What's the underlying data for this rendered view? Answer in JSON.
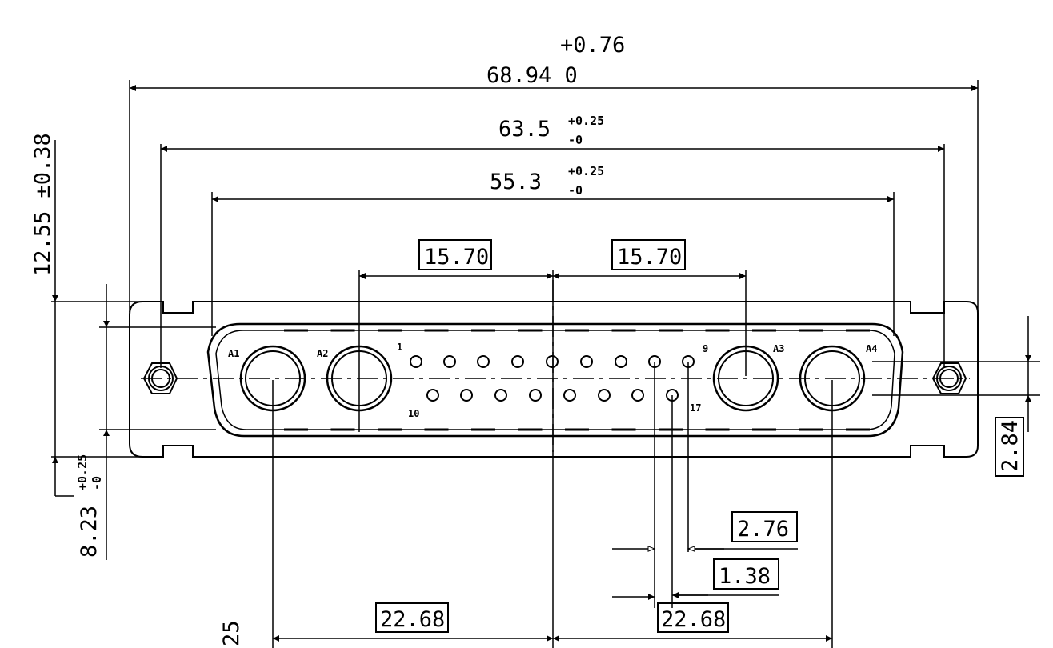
{
  "dimensions": {
    "overall_tol": "+0.76",
    "overall": "68.94 0",
    "mount": "63.5",
    "mount_tol_plus": "+0.25",
    "mount_tol_minus": "-0",
    "shell": "55.3",
    "shell_tol_plus": "+0.25",
    "shell_tol_minus": "-0",
    "pitch_left": "15.70",
    "pitch_right": "15.70",
    "height": "12.55 ±0.38",
    "inner_height": "8.23",
    "inner_tol_plus": "+0.25",
    "inner_tol_minus": "-0",
    "row_offset": "2.84",
    "pin_pitch": "2.76",
    "pin_half": "1.38",
    "bottom_left": "22.68",
    "bottom_right": "22.68",
    "cut_text": "25"
  },
  "pin_labels": {
    "a1": "A1",
    "a2": "A2",
    "a3": "A3",
    "a4": "A4",
    "p1": "1",
    "p9": "9",
    "p10": "10",
    "p17": "17"
  },
  "colors": {
    "line": "#000000",
    "background": "#ffffff"
  }
}
